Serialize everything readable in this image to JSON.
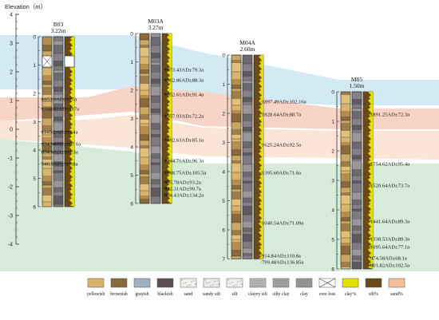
{
  "axis": {
    "title": "Elevation（m）",
    "ticks": [
      "4",
      "3",
      "2",
      "1",
      "0",
      "-1",
      "-2",
      "-3",
      "-4"
    ]
  },
  "cores": [
    {
      "id": "B03",
      "elevation": "3.22m",
      "depth_ticks": [
        "0",
        "1",
        "2",
        "3",
        "4",
        "5",
        "6"
      ],
      "dates": [
        "1853.9AD±127a",
        "1568.82AD±117a",
        "1165.2AD±93.4a",
        "934.94AD±167.6a",
        "854.6AD±101.3a",
        "546.5AD±110.8a"
      ]
    },
    {
      "id": "M03A",
      "elevation": "3.27m",
      "depth_ticks": [
        "0",
        "1",
        "2",
        "3",
        "4",
        "5",
        "6"
      ],
      "dates": [
        "1873.43AD±79.3a",
        "1802.86AD±88.3a",
        "1652.61AD±91.4a",
        "1557.93AD±72.2a",
        "1492.63AD±85.1a",
        "1344.71AD±96.3a",
        "1088.75AD±105.5a",
        "955.78AD±93.2a",
        "922.31AD±90.7a",
        "864.43AD±134.2a"
      ]
    },
    {
      "id": "M04A",
      "elevation": "2.60m",
      "depth_ticks": [
        "0",
        "1",
        "2",
        "3",
        "4",
        "5",
        "6",
        "7"
      ],
      "dates": [
        "1897.49AD±102.16a",
        "1828.64AD±88.7a",
        "1625.24AD±92.5a",
        "1395.60AD±71.6a",
        "1040.54AD±71.09a",
        "914.84AD±110.8a",
        "799.48AD±136.85a"
      ]
    },
    {
      "id": "M05",
      "elevation": "1.50m",
      "depth_ticks": [
        "0",
        "1",
        "2",
        "3",
        "4",
        "5",
        "6"
      ],
      "dates": [
        "1891.25AD±72.3a",
        "1754.62AD±95.4a",
        "1520.64AD±73.7a",
        "1441.64AD±89.3a",
        "1338.53AD±89.3a",
        "1095.64AD±77.1a",
        "974.58AD±68.1a",
        "801.82AD±102.5a"
      ]
    }
  ],
  "legend": [
    {
      "label": "yellowish",
      "color": "#d9b36a"
    },
    {
      "label": "brownish",
      "color": "#8a6a3c"
    },
    {
      "label": "grayish",
      "color": "#9fb0c0"
    },
    {
      "label": "blackish",
      "color": "#5a4e52"
    },
    {
      "label": "sand",
      "color": "#f1f1ea"
    },
    {
      "label": "sandy silt",
      "color": "#ececec"
    },
    {
      "label": "silt",
      "color": "#eeeeee"
    },
    {
      "label": "clayey silt",
      "color": "#bdbdbd"
    },
    {
      "label": "silty clay",
      "color": "#a8a8a8"
    },
    {
      "label": "clay",
      "color": "#9a9a9a"
    },
    {
      "label": "core loss",
      "color": "#ffffff"
    },
    {
      "label": "clay%",
      "color": "#e3e000"
    },
    {
      "label": "silt%",
      "color": "#6b4a1a"
    },
    {
      "label": "sand%",
      "color": "#f6bf97"
    }
  ],
  "band_colors": {
    "blue": "#d3e9f4",
    "pink": "#f8d4c6",
    "peach": "#fae5d7",
    "green": "#d7ecd8"
  }
}
